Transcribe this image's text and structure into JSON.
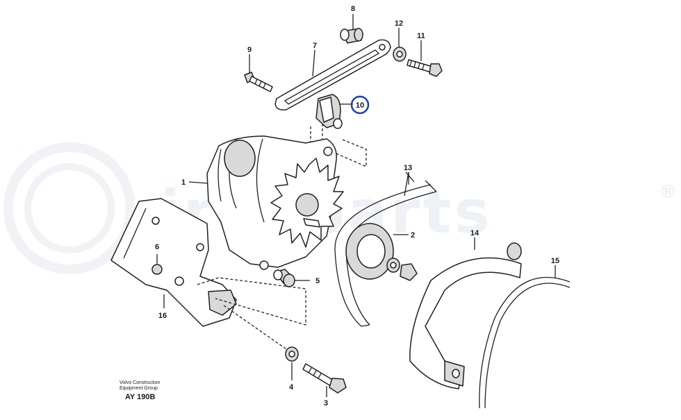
{
  "watermark": {
    "text": "ireeparts",
    "registered": "®"
  },
  "callouts": [
    {
      "id": "1",
      "label": "1"
    },
    {
      "id": "2",
      "label": "2"
    },
    {
      "id": "3",
      "label": "3"
    },
    {
      "id": "4",
      "label": "4"
    },
    {
      "id": "5",
      "label": "5"
    },
    {
      "id": "6",
      "label": "6"
    },
    {
      "id": "7",
      "label": "7"
    },
    {
      "id": "8",
      "label": "8"
    },
    {
      "id": "9",
      "label": "9"
    },
    {
      "id": "10",
      "label": "10",
      "highlighted": true
    },
    {
      "id": "11",
      "label": "11"
    },
    {
      "id": "12",
      "label": "12"
    },
    {
      "id": "13",
      "label": "13"
    },
    {
      "id": "14",
      "label": "14"
    },
    {
      "id": "15",
      "label": "15"
    },
    {
      "id": "16",
      "label": "16"
    }
  ],
  "highlight_color": "#1a3fb5",
  "footer": {
    "line1": "Volvo Construction",
    "line2": "Equipment Group",
    "code": "AY 190B"
  }
}
